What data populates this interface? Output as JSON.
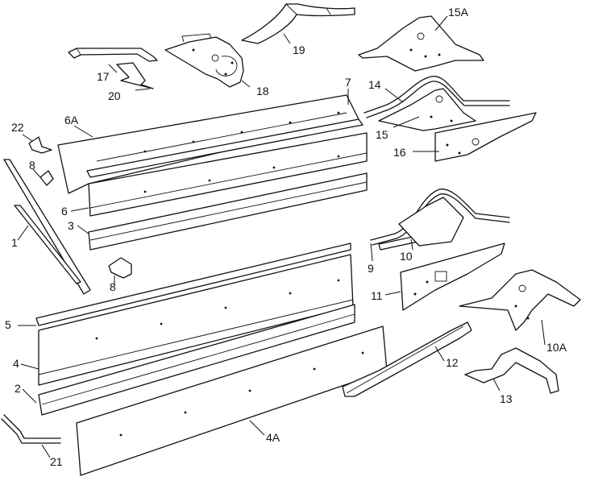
{
  "diagram": {
    "callouts": {
      "c1": "1",
      "c2": "2",
      "c3": "3",
      "c4": "4",
      "c4a": "4A",
      "c5": "5",
      "c6": "6",
      "c6a": "6A",
      "c7": "7",
      "c8a": "8",
      "c8b": "8",
      "c9": "9",
      "c10": "10",
      "c10a": "10A",
      "c11": "11",
      "c12": "12",
      "c13": "13",
      "c14": "14",
      "c15": "15",
      "c15a": "15A",
      "c16": "16",
      "c17": "17",
      "c18": "18",
      "c19": "19",
      "c20": "20",
      "c21": "21",
      "c22": "22"
    }
  }
}
